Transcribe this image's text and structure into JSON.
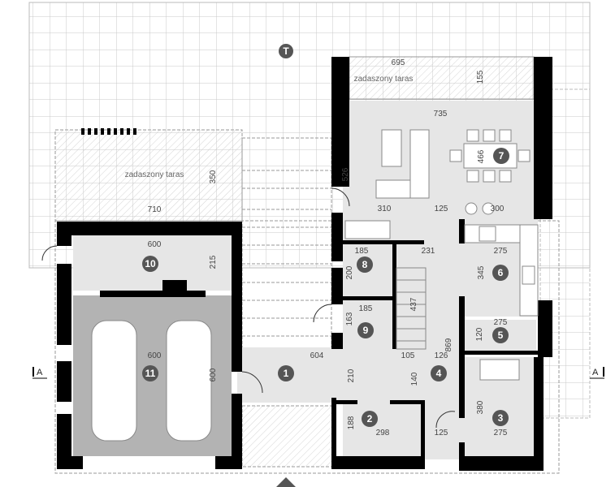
{
  "plan": {
    "terrace_marker": "T",
    "section_left": "A",
    "section_right": "A",
    "covered_terrace_label": "zadaszony taras",
    "colors": {
      "wall": "#000000",
      "room": "#e6e6e6",
      "garage": "#b3b3b3",
      "badge": "#555555",
      "grid": "#c8c8c8"
    },
    "rooms": [
      {
        "number": "1"
      },
      {
        "number": "2"
      },
      {
        "number": "3"
      },
      {
        "number": "4"
      },
      {
        "number": "5"
      },
      {
        "number": "6"
      },
      {
        "number": "7"
      },
      {
        "number": "8"
      },
      {
        "number": "9"
      },
      {
        "number": "10"
      },
      {
        "number": "11"
      }
    ],
    "dimensions": [
      "695",
      "155",
      "735",
      "526",
      "466",
      "310",
      "125",
      "300",
      "350",
      "710",
      "600",
      "215",
      "600",
      "600",
      "604",
      "210",
      "185",
      "231",
      "275",
      "200",
      "345",
      "185",
      "163",
      "437",
      "275",
      "120",
      "869",
      "105",
      "126",
      "140",
      "188",
      "298",
      "125",
      "380",
      "275"
    ]
  }
}
